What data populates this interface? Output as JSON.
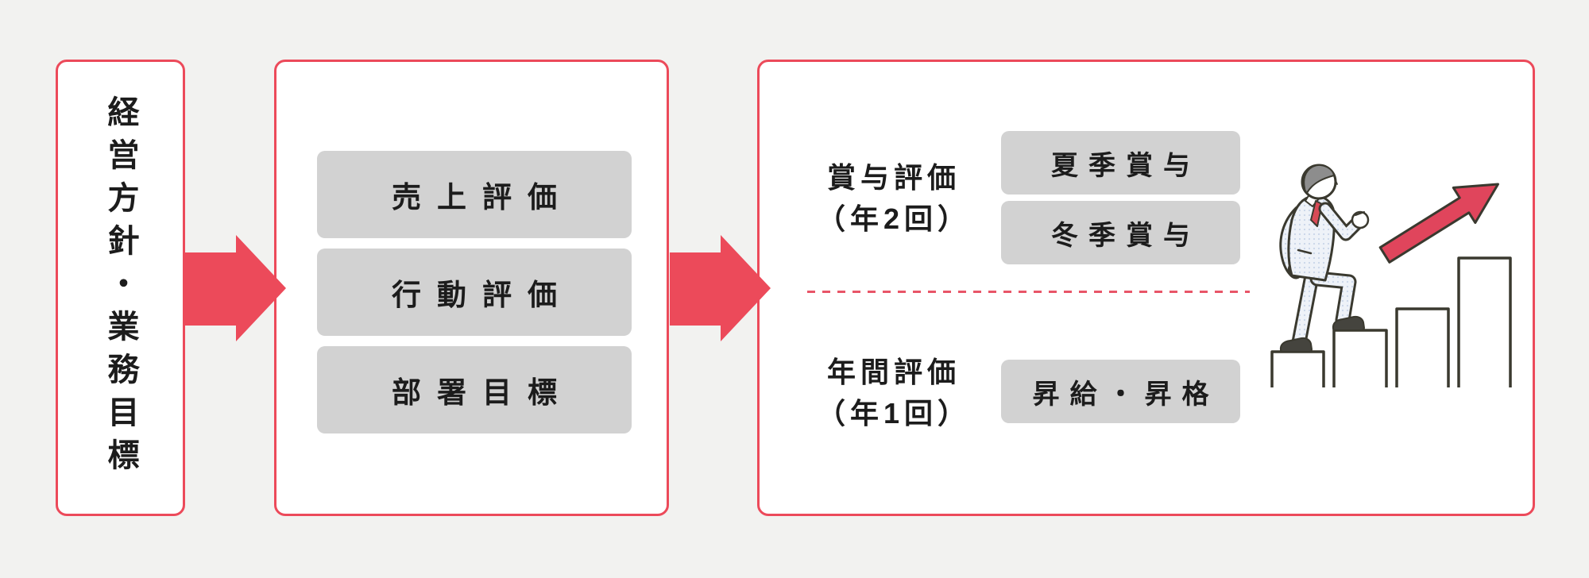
{
  "colors": {
    "bg": "#f2f2f0",
    "box-bg": "#ffffff",
    "accent": "#ec4a5a",
    "dashed": "#e85568",
    "pill": "#d2d2d2",
    "ink": "#1c1c1c",
    "outline": "#3a392f"
  },
  "left_box": {
    "label": "経営方針・業務目標"
  },
  "middle_box": {
    "items": [
      "売上評価",
      "行動評価",
      "部署目標"
    ]
  },
  "right_box": {
    "bonus": {
      "title_line1": "賞与評価",
      "title_line2": "（年2回）",
      "items": [
        "夏季賞与",
        "冬季賞与"
      ]
    },
    "annual": {
      "title_line1": "年間評価",
      "title_line2": "（年1回）",
      "items": [
        "昇給・昇格"
      ]
    }
  },
  "icons": {
    "flow_arrow": "arrow-right-icon",
    "growth_arrow": "arrow-up-right-icon",
    "illustration": "businessman-climbing-stairs"
  }
}
